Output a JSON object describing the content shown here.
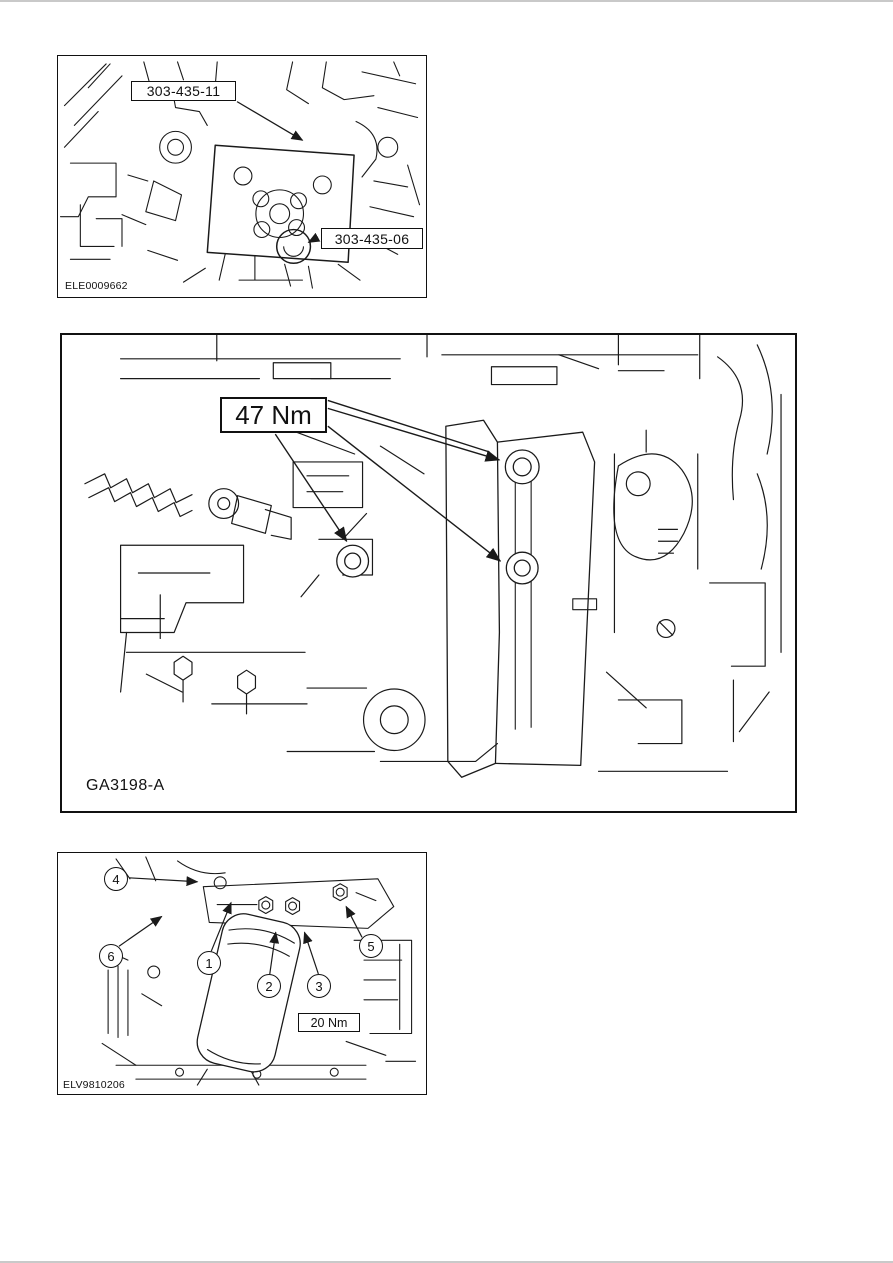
{
  "page": {
    "background": "#ffffff",
    "ink_color": "#1a1a1a"
  },
  "figures": {
    "special_tools": {
      "labels": {
        "top": "303-435-11",
        "bottom": "303-435-06"
      },
      "figure_id": "ELE0009662"
    },
    "torque_bracket": {
      "torque_label": "47 Nm",
      "figure_id": "GA3198-A"
    },
    "oil_filter": {
      "callouts": [
        "1",
        "2",
        "3",
        "4",
        "5",
        "6"
      ],
      "torque_label": "20 Nm",
      "figure_id": "ELV9810206"
    }
  }
}
